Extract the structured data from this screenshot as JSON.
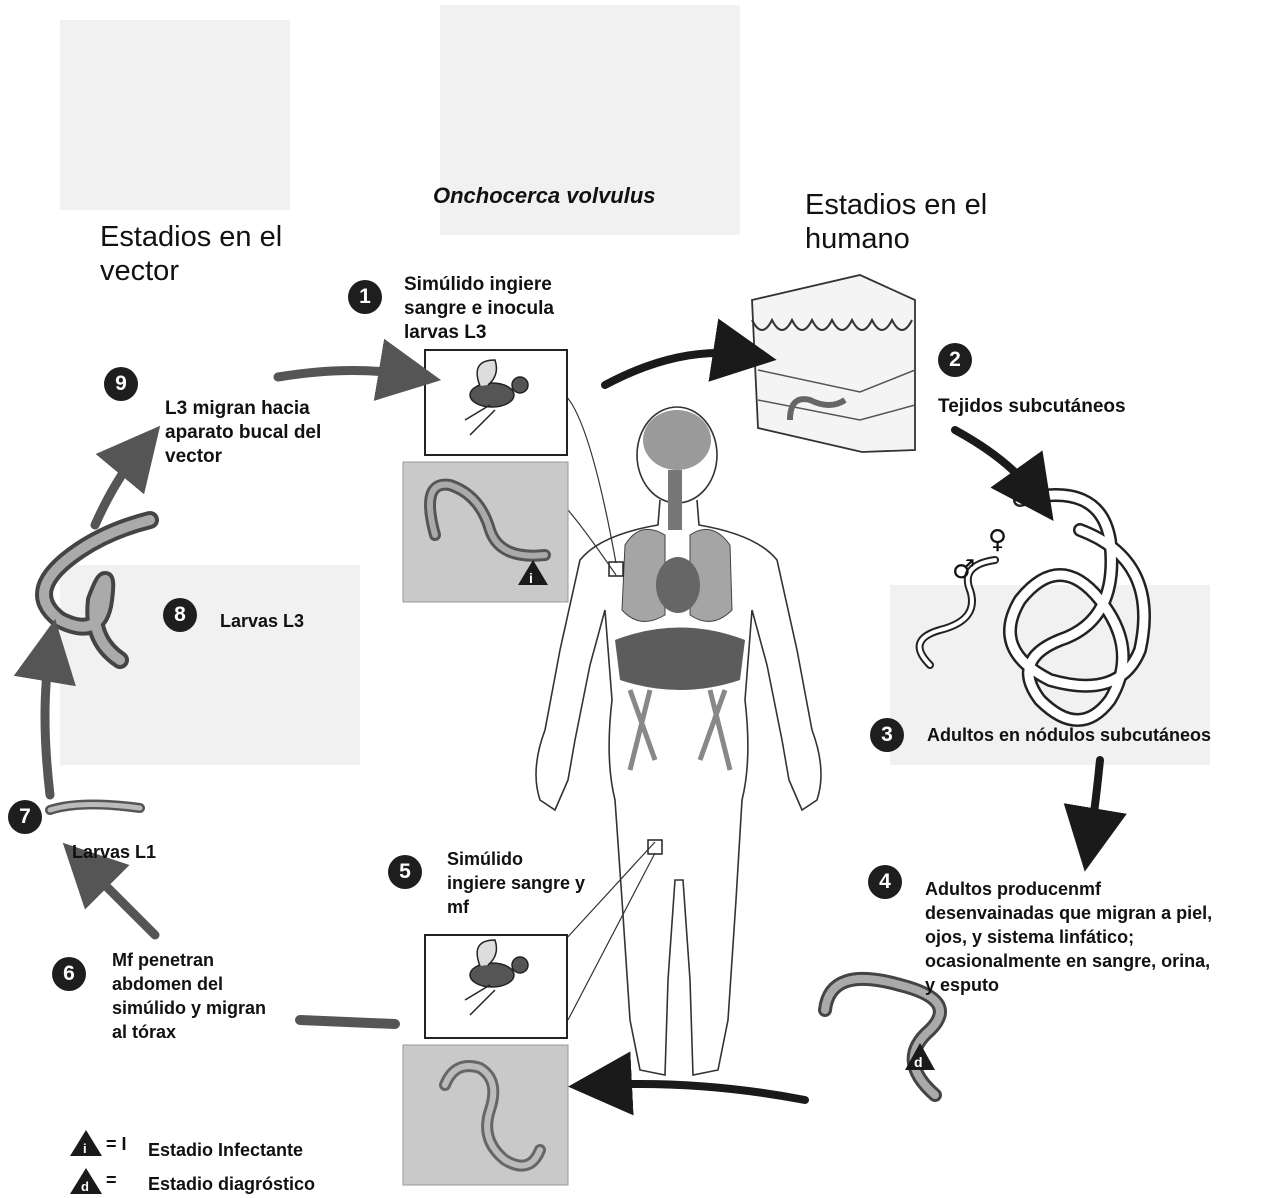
{
  "title": "Onchocerca volvulus",
  "vector_heading": "Estadios en el vector",
  "human_heading": "Estadios en el humano",
  "stages": [
    {
      "num": "1",
      "text": "Simúlido ingiere sangre e inocula larvas L3"
    },
    {
      "num": "2",
      "text": "Tejidos subcutáneos"
    },
    {
      "num": "3",
      "text": "Adultos en nódulos subcutáneos"
    },
    {
      "num": "4",
      "text": "Adultos producenmf desenvainadas que migran a piel, ojos, y sistema linfático; ocasionalmente en sangre, orina, y esputo"
    },
    {
      "num": "5",
      "text": "Simúlido ingiere sangre y mf"
    },
    {
      "num": "6",
      "text": "Mf penetran abdomen del simúlido y migran al tórax"
    },
    {
      "num": "7",
      "text": "Larvas L1"
    },
    {
      "num": "8",
      "text": "Larvas L3"
    },
    {
      "num": "9",
      "text": "L3 migran hacia aparato bucal del vector"
    }
  ],
  "sex_symbols": {
    "male": "♂",
    "female": "♀"
  },
  "stage_markers": {
    "infective": "i",
    "diagnostic": "d"
  },
  "legend": [
    {
      "symbol": "i",
      "suffix": "= I",
      "label": "Estadio Infectante"
    },
    {
      "symbol": "d",
      "suffix": "=",
      "label": "Estadio diagróstico"
    }
  ],
  "colors": {
    "arrow": "#1a1a1a",
    "worm_fill": "#8a8a8a",
    "organ": "#6e6e6e",
    "panel": "#c9c9c9"
  }
}
